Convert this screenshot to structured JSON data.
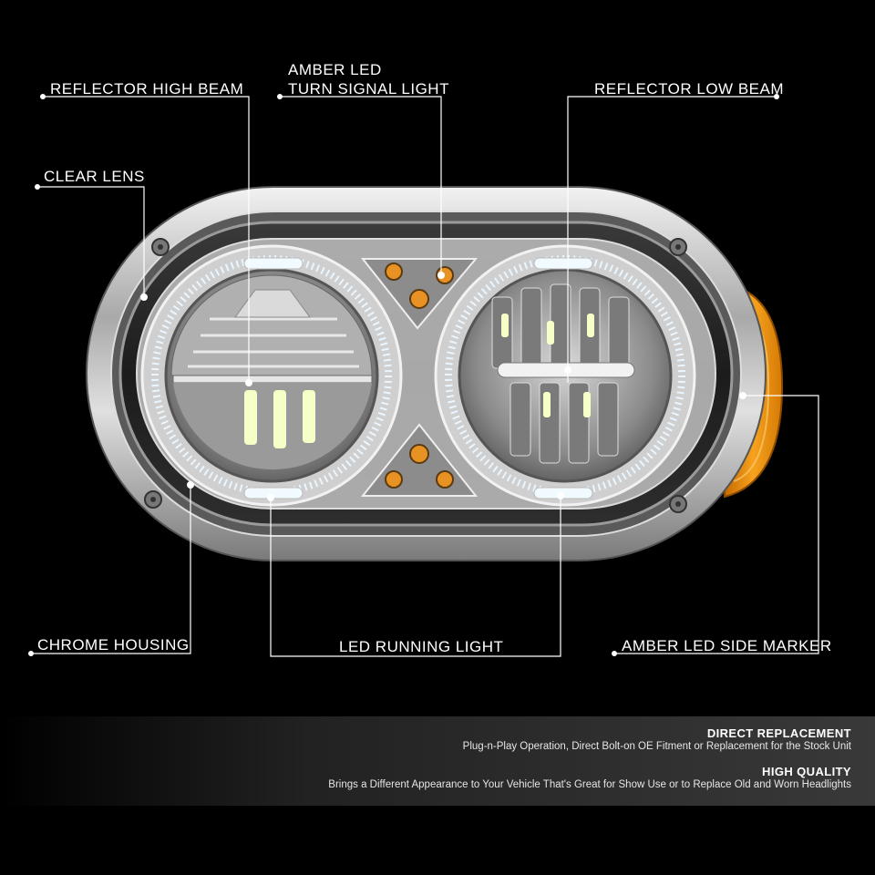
{
  "callouts": {
    "reflector_high_beam": "REFLECTOR HIGH BEAM",
    "amber_led_line1": "AMBER LED",
    "amber_led_line2": "TURN SIGNAL LIGHT",
    "reflector_low_beam": "REFLECTOR LOW BEAM",
    "clear_lens": "CLEAR LENS",
    "chrome_housing": "CHROME HOUSING",
    "led_running_light": "LED RUNNING LIGHT",
    "amber_led_side_marker": "AMBER LED SIDE MARKER"
  },
  "features": [
    {
      "title": "DIRECT REPLACEMENT",
      "text": "Plug-n-Play Operation, Direct Bolt-on OE Fitment or Replacement for the Stock Unit"
    },
    {
      "title": "HIGH QUALITY",
      "text": "Brings a Different Appearance to Your Vehicle That's Great for Show Use or to Replace Old and Worn Headlights"
    }
  ],
  "colors": {
    "background": "#000000",
    "amber": "#f39a1a",
    "chrome": "#c8c8c8",
    "led_white": "#e8f6ff"
  }
}
